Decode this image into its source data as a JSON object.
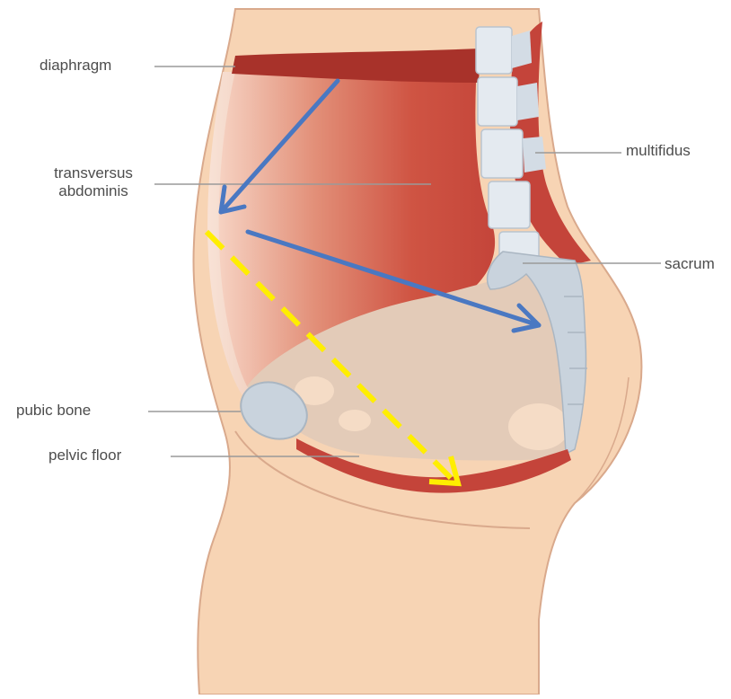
{
  "labels": {
    "diaphragm": "diaphragm",
    "transversus_line1": "transversus",
    "transversus_line2": "abdominis",
    "multifidus": "multifidus",
    "sacrum": "sacrum",
    "pubic_bone": "pubic bone",
    "pelvic_floor": "pelvic floor"
  },
  "colors": {
    "skin": "#f7d4b4",
    "skin_outline": "#d9a98c",
    "muscle_dark": "#a8322a",
    "muscle": "#cc4a3c",
    "muscle_light": "#f3c6b4",
    "cavity": "#e3cbb8",
    "cavity_spot": "#f5dcc6",
    "bone": "#c9d3dd",
    "bone_light": "#e4eaf0",
    "leader_line": "#9a9a9a",
    "arrow_blue": "#4a78c2",
    "arrow_yellow": "#ffee00"
  }
}
